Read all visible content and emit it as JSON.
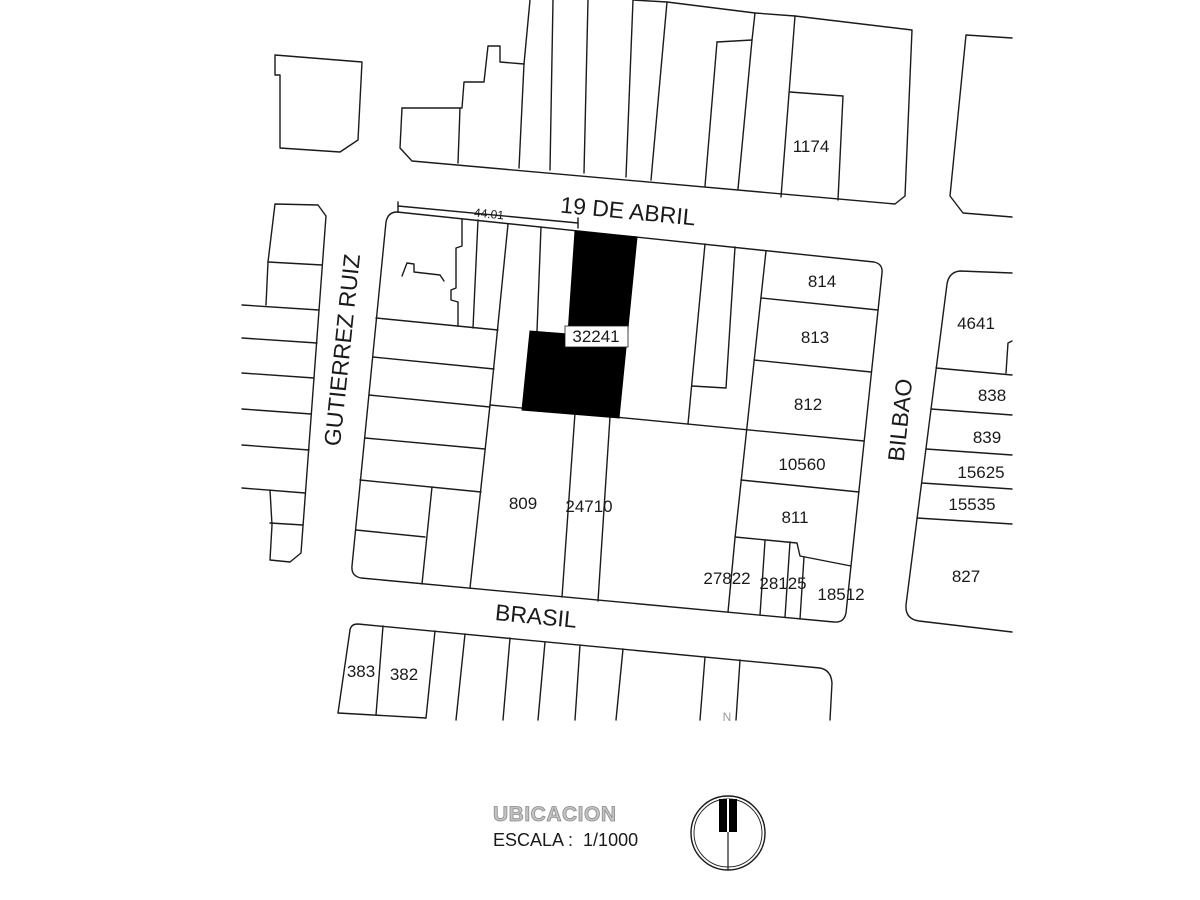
{
  "streets": {
    "north": "19 DE ABRIL",
    "west": "GUTIERREZ RUIZ",
    "east": "BILBAO",
    "south": "BRASIL"
  },
  "dimension_label": "44.01",
  "lots": [
    {
      "number": "1174",
      "highlighted": false
    },
    {
      "number": "814",
      "highlighted": false
    },
    {
      "number": "813",
      "highlighted": false
    },
    {
      "number": "812",
      "highlighted": false
    },
    {
      "number": "10560",
      "highlighted": false
    },
    {
      "number": "811",
      "highlighted": false
    },
    {
      "number": "32241",
      "highlighted": true
    },
    {
      "number": "809",
      "highlighted": false
    },
    {
      "number": "24710",
      "highlighted": false
    },
    {
      "number": "27822",
      "highlighted": false
    },
    {
      "number": "28125",
      "highlighted": false
    },
    {
      "number": "18512",
      "highlighted": false
    },
    {
      "number": "4641",
      "highlighted": false
    },
    {
      "number": "838",
      "highlighted": false
    },
    {
      "number": "839",
      "highlighted": false
    },
    {
      "number": "15625",
      "highlighted": false
    },
    {
      "number": "15535",
      "highlighted": false
    },
    {
      "number": "827",
      "highlighted": false
    },
    {
      "number": "383",
      "highlighted": false
    },
    {
      "number": "382",
      "highlighted": false
    }
  ],
  "north_mark": "N",
  "legend": {
    "title": "UBICACION",
    "scale": "ESCALA :  1/1000"
  },
  "icons": {
    "north_arrow": "north-arrow-icon"
  },
  "colors": {
    "line": "#1a1a1a",
    "highlight_fill": "#000000",
    "title_fill": "#c4c4c4",
    "title_stroke": "#8a8a8a"
  }
}
